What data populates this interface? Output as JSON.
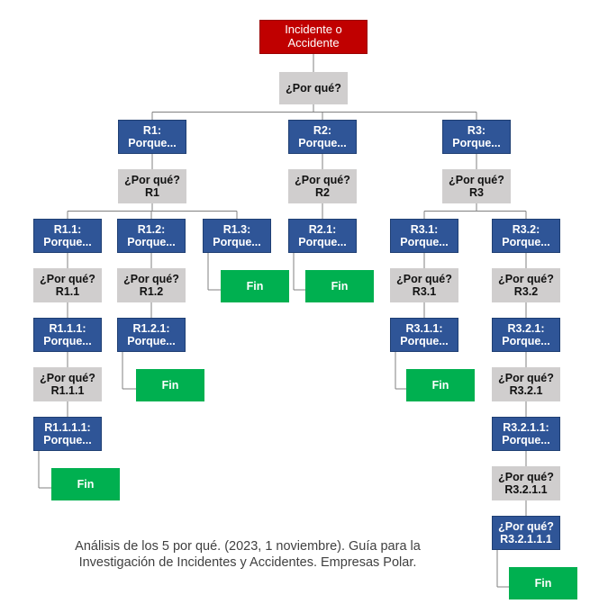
{
  "nodes": {
    "root": {
      "lines": [
        "Incidente o",
        "Accidente"
      ],
      "kind": "red"
    },
    "q0": {
      "lines": [
        "¿Por qué?"
      ],
      "kind": "grey"
    },
    "r1": {
      "lines": [
        "R1:",
        "Porque..."
      ],
      "kind": "blue"
    },
    "r2": {
      "lines": [
        "R2:",
        "Porque..."
      ],
      "kind": "blue"
    },
    "r3": {
      "lines": [
        "R3:",
        "Porque..."
      ],
      "kind": "blue"
    },
    "q_r1": {
      "lines": [
        "¿Por qué?",
        "R1"
      ],
      "kind": "grey"
    },
    "q_r2": {
      "lines": [
        "¿Por qué?",
        "R2"
      ],
      "kind": "grey"
    },
    "q_r3": {
      "lines": [
        "¿Por qué?",
        "R3"
      ],
      "kind": "grey"
    },
    "r1_1": {
      "lines": [
        "R1.1:",
        "Porque..."
      ],
      "kind": "blue"
    },
    "r1_2": {
      "lines": [
        "R1.2:",
        "Porque..."
      ],
      "kind": "blue"
    },
    "r1_3": {
      "lines": [
        "R1.3:",
        "Porque..."
      ],
      "kind": "blue"
    },
    "r2_1": {
      "lines": [
        "R2.1:",
        "Porque..."
      ],
      "kind": "blue"
    },
    "r3_1": {
      "lines": [
        "R3.1:",
        "Porque..."
      ],
      "kind": "blue"
    },
    "r3_2": {
      "lines": [
        "R3.2:",
        "Porque..."
      ],
      "kind": "blue"
    },
    "q_r1_1": {
      "lines": [
        "¿Por qué?",
        "R1.1"
      ],
      "kind": "grey"
    },
    "q_r1_2": {
      "lines": [
        "¿Por qué?",
        "R1.2"
      ],
      "kind": "grey"
    },
    "fin_r1_3": {
      "lines": [
        "Fin"
      ],
      "kind": "green"
    },
    "fin_r2_1": {
      "lines": [
        "Fin"
      ],
      "kind": "green"
    },
    "q_r3_1": {
      "lines": [
        "¿Por qué?",
        "R3.1"
      ],
      "kind": "grey"
    },
    "q_r3_2": {
      "lines": [
        "¿Por qué?",
        "R3.2"
      ],
      "kind": "grey"
    },
    "r1_1_1": {
      "lines": [
        "R1.1.1:",
        "Porque..."
      ],
      "kind": "blue"
    },
    "r1_2_1": {
      "lines": [
        "R1.2.1:",
        "Porque..."
      ],
      "kind": "blue"
    },
    "r3_1_1": {
      "lines": [
        "R3.1.1:",
        "Porque..."
      ],
      "kind": "blue"
    },
    "r3_2_1": {
      "lines": [
        "R3.2.1:",
        "Porque..."
      ],
      "kind": "blue"
    },
    "q_r1_1_1": {
      "lines": [
        "¿Por qué?",
        "R1.1.1"
      ],
      "kind": "grey"
    },
    "fin_r1_2_1": {
      "lines": [
        "Fin"
      ],
      "kind": "green"
    },
    "fin_r3_1_1": {
      "lines": [
        "Fin"
      ],
      "kind": "green"
    },
    "q_r3_2_1": {
      "lines": [
        "¿Por qué?",
        "R3.2.1"
      ],
      "kind": "grey"
    },
    "r1_1_1_1": {
      "lines": [
        "R1.1.1.1:",
        "Porque..."
      ],
      "kind": "blue"
    },
    "r3_2_1_1": {
      "lines": [
        "R3.2.1.1:",
        "Porque..."
      ],
      "kind": "blue"
    },
    "fin_r1_1_1_1": {
      "lines": [
        "Fin"
      ],
      "kind": "green"
    },
    "q_r3_2_1_1": {
      "lines": [
        "¿Por qué?",
        "R3.2.1.1"
      ],
      "kind": "grey"
    },
    "r3_2_1_1_1": {
      "lines": [
        "¿Por qué?",
        "R3.2.1.1.1"
      ],
      "kind": "blue"
    },
    "fin_r3_2_1_1_1": {
      "lines": [
        "Fin"
      ],
      "kind": "green"
    }
  },
  "edges": [
    [
      "root",
      "q0"
    ],
    [
      "q0",
      "r1"
    ],
    [
      "q0",
      "r2"
    ],
    [
      "q0",
      "r3"
    ],
    [
      "r1",
      "q_r1"
    ],
    [
      "r2",
      "q_r2"
    ],
    [
      "r3",
      "q_r3"
    ],
    [
      "q_r1",
      "r1_1"
    ],
    [
      "q_r1",
      "r1_2"
    ],
    [
      "q_r1",
      "r1_3"
    ],
    [
      "q_r2",
      "r2_1"
    ],
    [
      "q_r3",
      "r3_1"
    ],
    [
      "q_r3",
      "r3_2"
    ],
    [
      "r1_1",
      "q_r1_1"
    ],
    [
      "r1_2",
      "q_r1_2"
    ],
    [
      "r1_3",
      "fin_r1_3"
    ],
    [
      "r2_1",
      "fin_r2_1"
    ],
    [
      "r3_1",
      "q_r3_1"
    ],
    [
      "r3_2",
      "q_r3_2"
    ],
    [
      "q_r1_1",
      "r1_1_1"
    ],
    [
      "q_r1_2",
      "r1_2_1"
    ],
    [
      "q_r3_1",
      "r3_1_1"
    ],
    [
      "q_r3_2",
      "r3_2_1"
    ],
    [
      "r1_1_1",
      "q_r1_1_1"
    ],
    [
      "r1_2_1",
      "fin_r1_2_1"
    ],
    [
      "r3_1_1",
      "fin_r3_1_1"
    ],
    [
      "r3_2_1",
      "q_r3_2_1"
    ],
    [
      "q_r1_1_1",
      "r1_1_1_1"
    ],
    [
      "q_r3_2_1",
      "r3_2_1_1"
    ],
    [
      "r1_1_1_1",
      "fin_r1_1_1_1"
    ],
    [
      "r3_2_1_1",
      "q_r3_2_1_1"
    ],
    [
      "q_r3_2_1_1",
      "r3_2_1_1_1"
    ],
    [
      "r3_2_1_1_1",
      "fin_r3_2_1_1_1"
    ]
  ],
  "caption": {
    "line1": "Análisis de los 5 por qué. (2023, 1 noviembre). Guía para la",
    "line2": "Investigación de Incidentes y Accidentes.  Empresas Polar."
  },
  "colors": {
    "red": "#c00000",
    "grey": "#d0cece",
    "blue": "#2f5597",
    "green": "#00b050",
    "connector": "#808080"
  }
}
